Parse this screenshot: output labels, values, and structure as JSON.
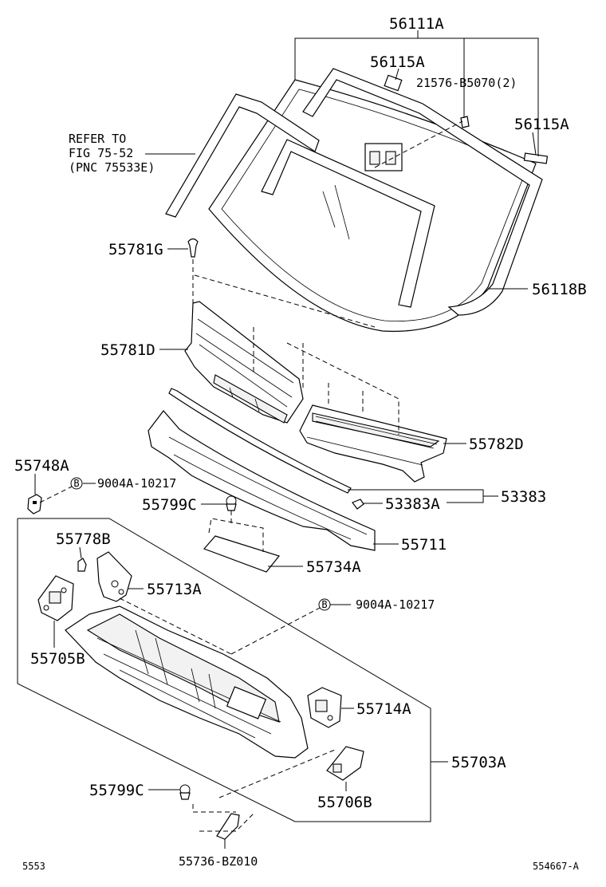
{
  "labels": {
    "p56111A": "56111A",
    "p56115A_top": "56115A",
    "p21576": "21576-B5070(2)",
    "p56115A_right": "56115A",
    "refer_line1": "REFER TO",
    "refer_line2": "FIG 75-52",
    "refer_line3": "(PNC 75533E)",
    "p55781G": "55781G",
    "p56118B": "56118B",
    "p55781D": "55781D",
    "p55782D": "55782D",
    "p55748A": "55748A",
    "p9004A_1": "9004A-10217",
    "bolt_mark_1": "B",
    "p55799C_top": "55799C",
    "p53383A": "53383A",
    "p53383": "53383",
    "p55778B": "55778B",
    "p55711": "55711",
    "p55734A": "55734A",
    "p55713A": "55713A",
    "p9004A_2": "9004A-10217",
    "bolt_mark_2": "B",
    "p55705B": "55705B",
    "p55714A": "55714A",
    "p55703A": "55703A",
    "p55799C_bot": "55799C",
    "p55706B": "55706B",
    "p55736": "55736-BZ010",
    "page_code": "5553",
    "fig_code": "554667-A"
  }
}
